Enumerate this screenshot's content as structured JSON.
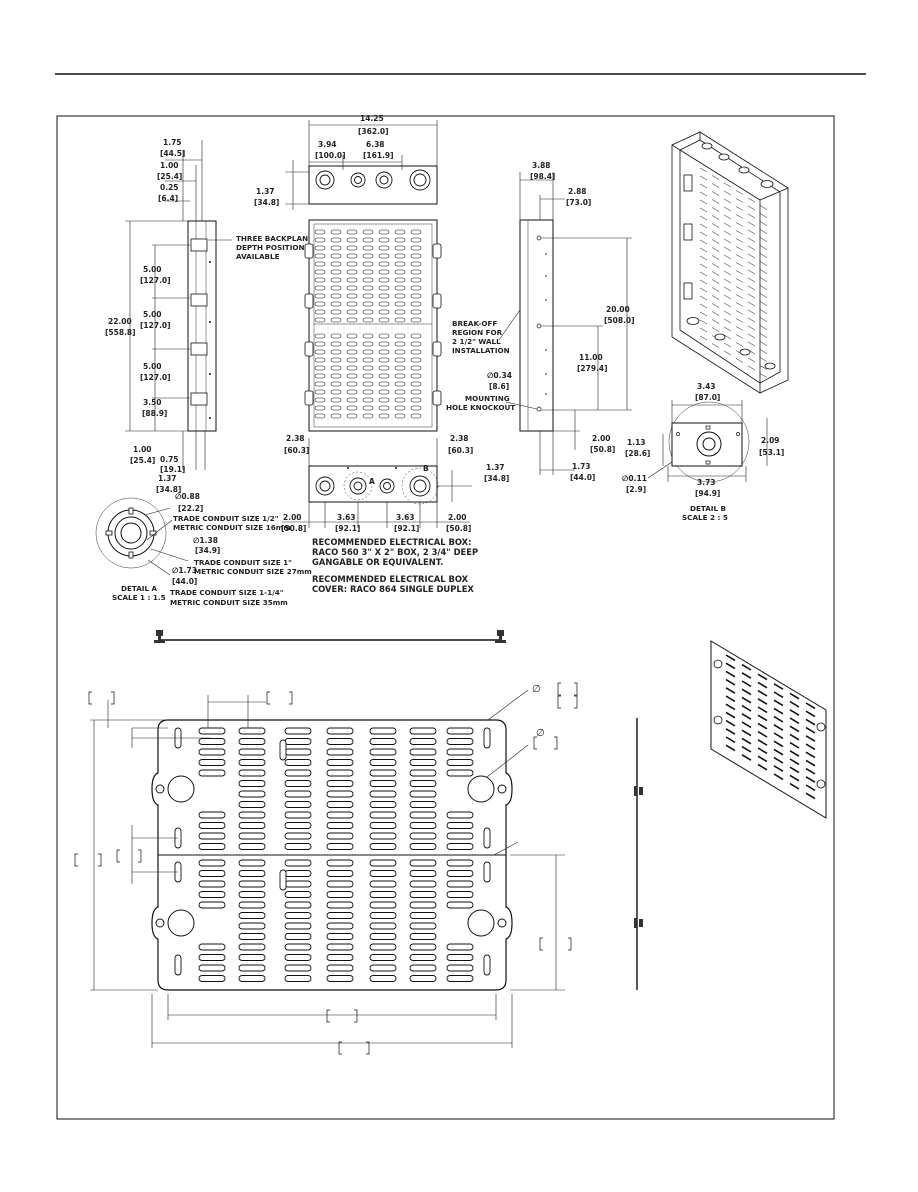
{
  "drawing": {
    "side_view_left": {
      "dims_top": [
        "1.75",
        "[44.5]",
        "1.00",
        "[25.4]",
        "0.25",
        "[6.4]"
      ],
      "height_total": [
        "22.00",
        "[558.8]"
      ],
      "spacings": [
        [
          "5.00",
          "[127.0]"
        ],
        [
          "5.00",
          "[127.0]"
        ],
        [
          "5.00",
          "[127.0]"
        ],
        [
          "3.50",
          "[88.9]"
        ]
      ],
      "bottom": [
        "1.00",
        "[25.4]",
        "0.75",
        "[19.1]",
        "1.37",
        "[34.8]"
      ],
      "note": [
        "THREE BACKPLANE",
        "DEPTH POSITIONS",
        "AVAILABLE"
      ]
    },
    "top_view": {
      "width": [
        "14.25",
        "[362.0]"
      ],
      "offsets": [
        "3.94",
        "[100.0]",
        "6.38",
        "[161.9]"
      ],
      "depth": [
        "1.37",
        "[34.8]"
      ]
    },
    "bottom_view": {
      "edge_left": [
        "2.38",
        "[60.3]"
      ],
      "edge_right": [
        "2.38",
        "[60.3]"
      ],
      "depth": [
        "1.37",
        "[34.8]"
      ],
      "spacing": [
        "2.00",
        "[50.8]",
        "3.63",
        "[92.1]",
        "3.63",
        "[92.1]",
        "2.00",
        "[50.8]"
      ],
      "markers": [
        "A",
        "B"
      ]
    },
    "side_view_right": {
      "depth": [
        "3.88",
        "[98.4]"
      ],
      "offset": [
        "2.88",
        "[73.0]"
      ],
      "height": [
        "20.00",
        "[508.0]"
      ],
      "mid": [
        "11.00",
        "[279.4]"
      ],
      "bottom": [
        "2.00",
        "[50.8]"
      ],
      "foot": [
        "1.73",
        "[44.0]"
      ],
      "breakoff": [
        "BREAK-OFF",
        "REGION FOR",
        "2 1/2\" WALL",
        "INSTALLATION"
      ],
      "mounting": [
        "∅0.34",
        "[8.6]",
        "MOUNTING",
        "HOLE KNOCKOUT"
      ]
    },
    "detail_a": {
      "dia1": [
        "∅0.88",
        "[22.2]"
      ],
      "t1": [
        "TRADE CONDUIT SIZE 1/2\"",
        "METRIC CONDUIT SIZE 16mm"
      ],
      "dia2": [
        "∅1.38",
        "[34.9]"
      ],
      "t2": [
        "TRADE CONDUIT SIZE 1\"",
        "METRIC CONDUIT SIZE 27mm"
      ],
      "dia3": [
        "∅1.73",
        "[44.0]"
      ],
      "t3": [
        "TRADE CONDUIT SIZE 1-1/4\"",
        "METRIC CONDUIT SIZE 35mm"
      ],
      "title": [
        "DETAIL A",
        "SCALE 1 : 1.5"
      ]
    },
    "detail_b": {
      "width_top": [
        "3.43",
        "[87.0]"
      ],
      "left": [
        "1.13",
        "[28.6]"
      ],
      "right": [
        "2.09",
        "[53.1]"
      ],
      "hole": [
        "∅0.11",
        "[2.9]"
      ],
      "width_bottom": [
        "3.73",
        "[94.9]"
      ],
      "title": [
        "DETAIL B",
        "SCALE 2 : 5"
      ]
    },
    "notes": [
      "RECOMMENDED ELECTRICAL BOX:",
      "RACO 560 3\" X 2\" BOX, 2 3/4\" DEEP",
      "GANGABLE OR EQUIVALENT.",
      "",
      "RECOMMENDED ELECTRICAL BOX",
      "COVER: RACO 864 SINGLE DUPLEX"
    ],
    "plate_symbols": [
      "∅",
      "∅"
    ]
  }
}
